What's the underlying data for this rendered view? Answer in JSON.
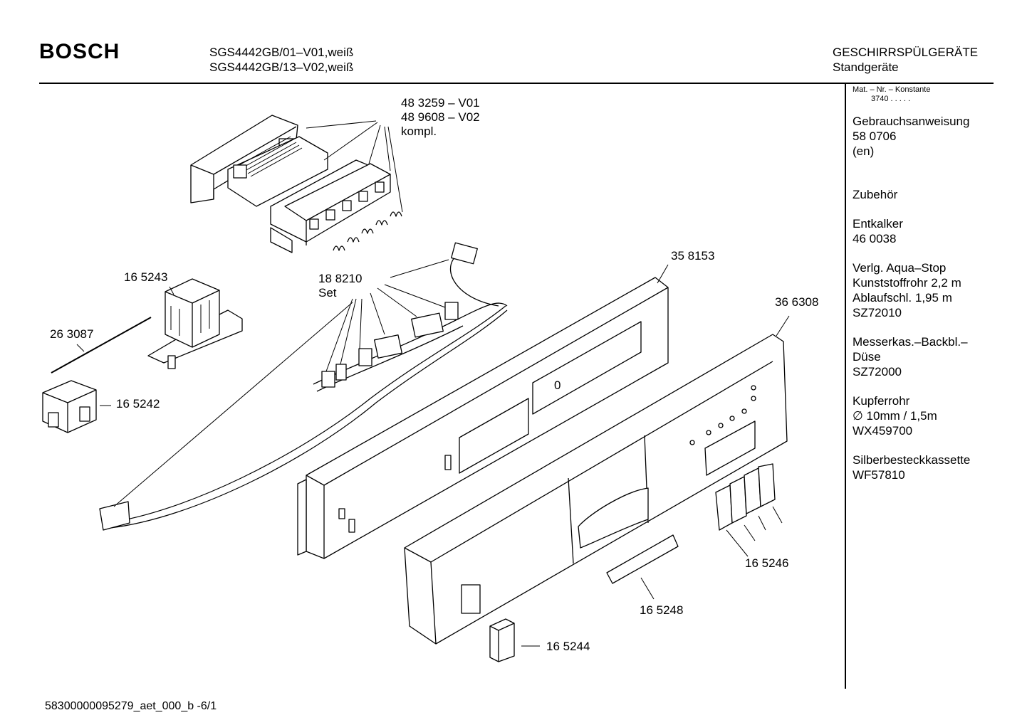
{
  "header": {
    "brand": "BOSCH",
    "models": [
      "SGS4442GB/01–V01,weiß",
      "SGS4442GB/13–V02,weiß"
    ],
    "category": "GESCHIRRSPÜLGERÄTE",
    "subcategory": "Standgeräte"
  },
  "sidebar": {
    "mat_label": "Mat. – Nr. – Konstante",
    "mat_value": "3740 .  .  .  .  .",
    "blocks": [
      {
        "title": "Gebrauchsanweisung",
        "lines": [
          "58 0706",
          "(en)"
        ]
      },
      {
        "title": "Zubehör",
        "lines": []
      },
      {
        "title": "Entkalker",
        "lines": [
          "46 0038"
        ]
      },
      {
        "title": "Verlg. Aqua–Stop",
        "lines": [
          "Kunststoffrohr 2,2 m",
          "Ablaufschl. 1,95 m",
          "SZ72010"
        ]
      },
      {
        "title": "Messerkas.–Backbl.–",
        "lines": [
          "Düse",
          "SZ72000"
        ]
      },
      {
        "title": "Kupferrohr",
        "lines": [
          "∅ 10mm / 1,5m",
          "WX459700"
        ]
      },
      {
        "title": "Silberbesteckkassette",
        "lines": [
          "WF57810"
        ]
      }
    ]
  },
  "parts": {
    "board": [
      "48 3259 – V01",
      "48 9608 – V02",
      "kompl."
    ],
    "p165243": "16 5243",
    "p263087": "26 3087",
    "p165242": "16 5242",
    "harness": [
      "18 8210",
      "Set"
    ],
    "p358153": "35 8153",
    "p366308": "36 6308",
    "p165246": "16 5246",
    "p165248": "16 5248",
    "p165244": "16 5244",
    "display_zero": "0"
  },
  "footer": "58300000095279_aet_000_b  -6/1"
}
